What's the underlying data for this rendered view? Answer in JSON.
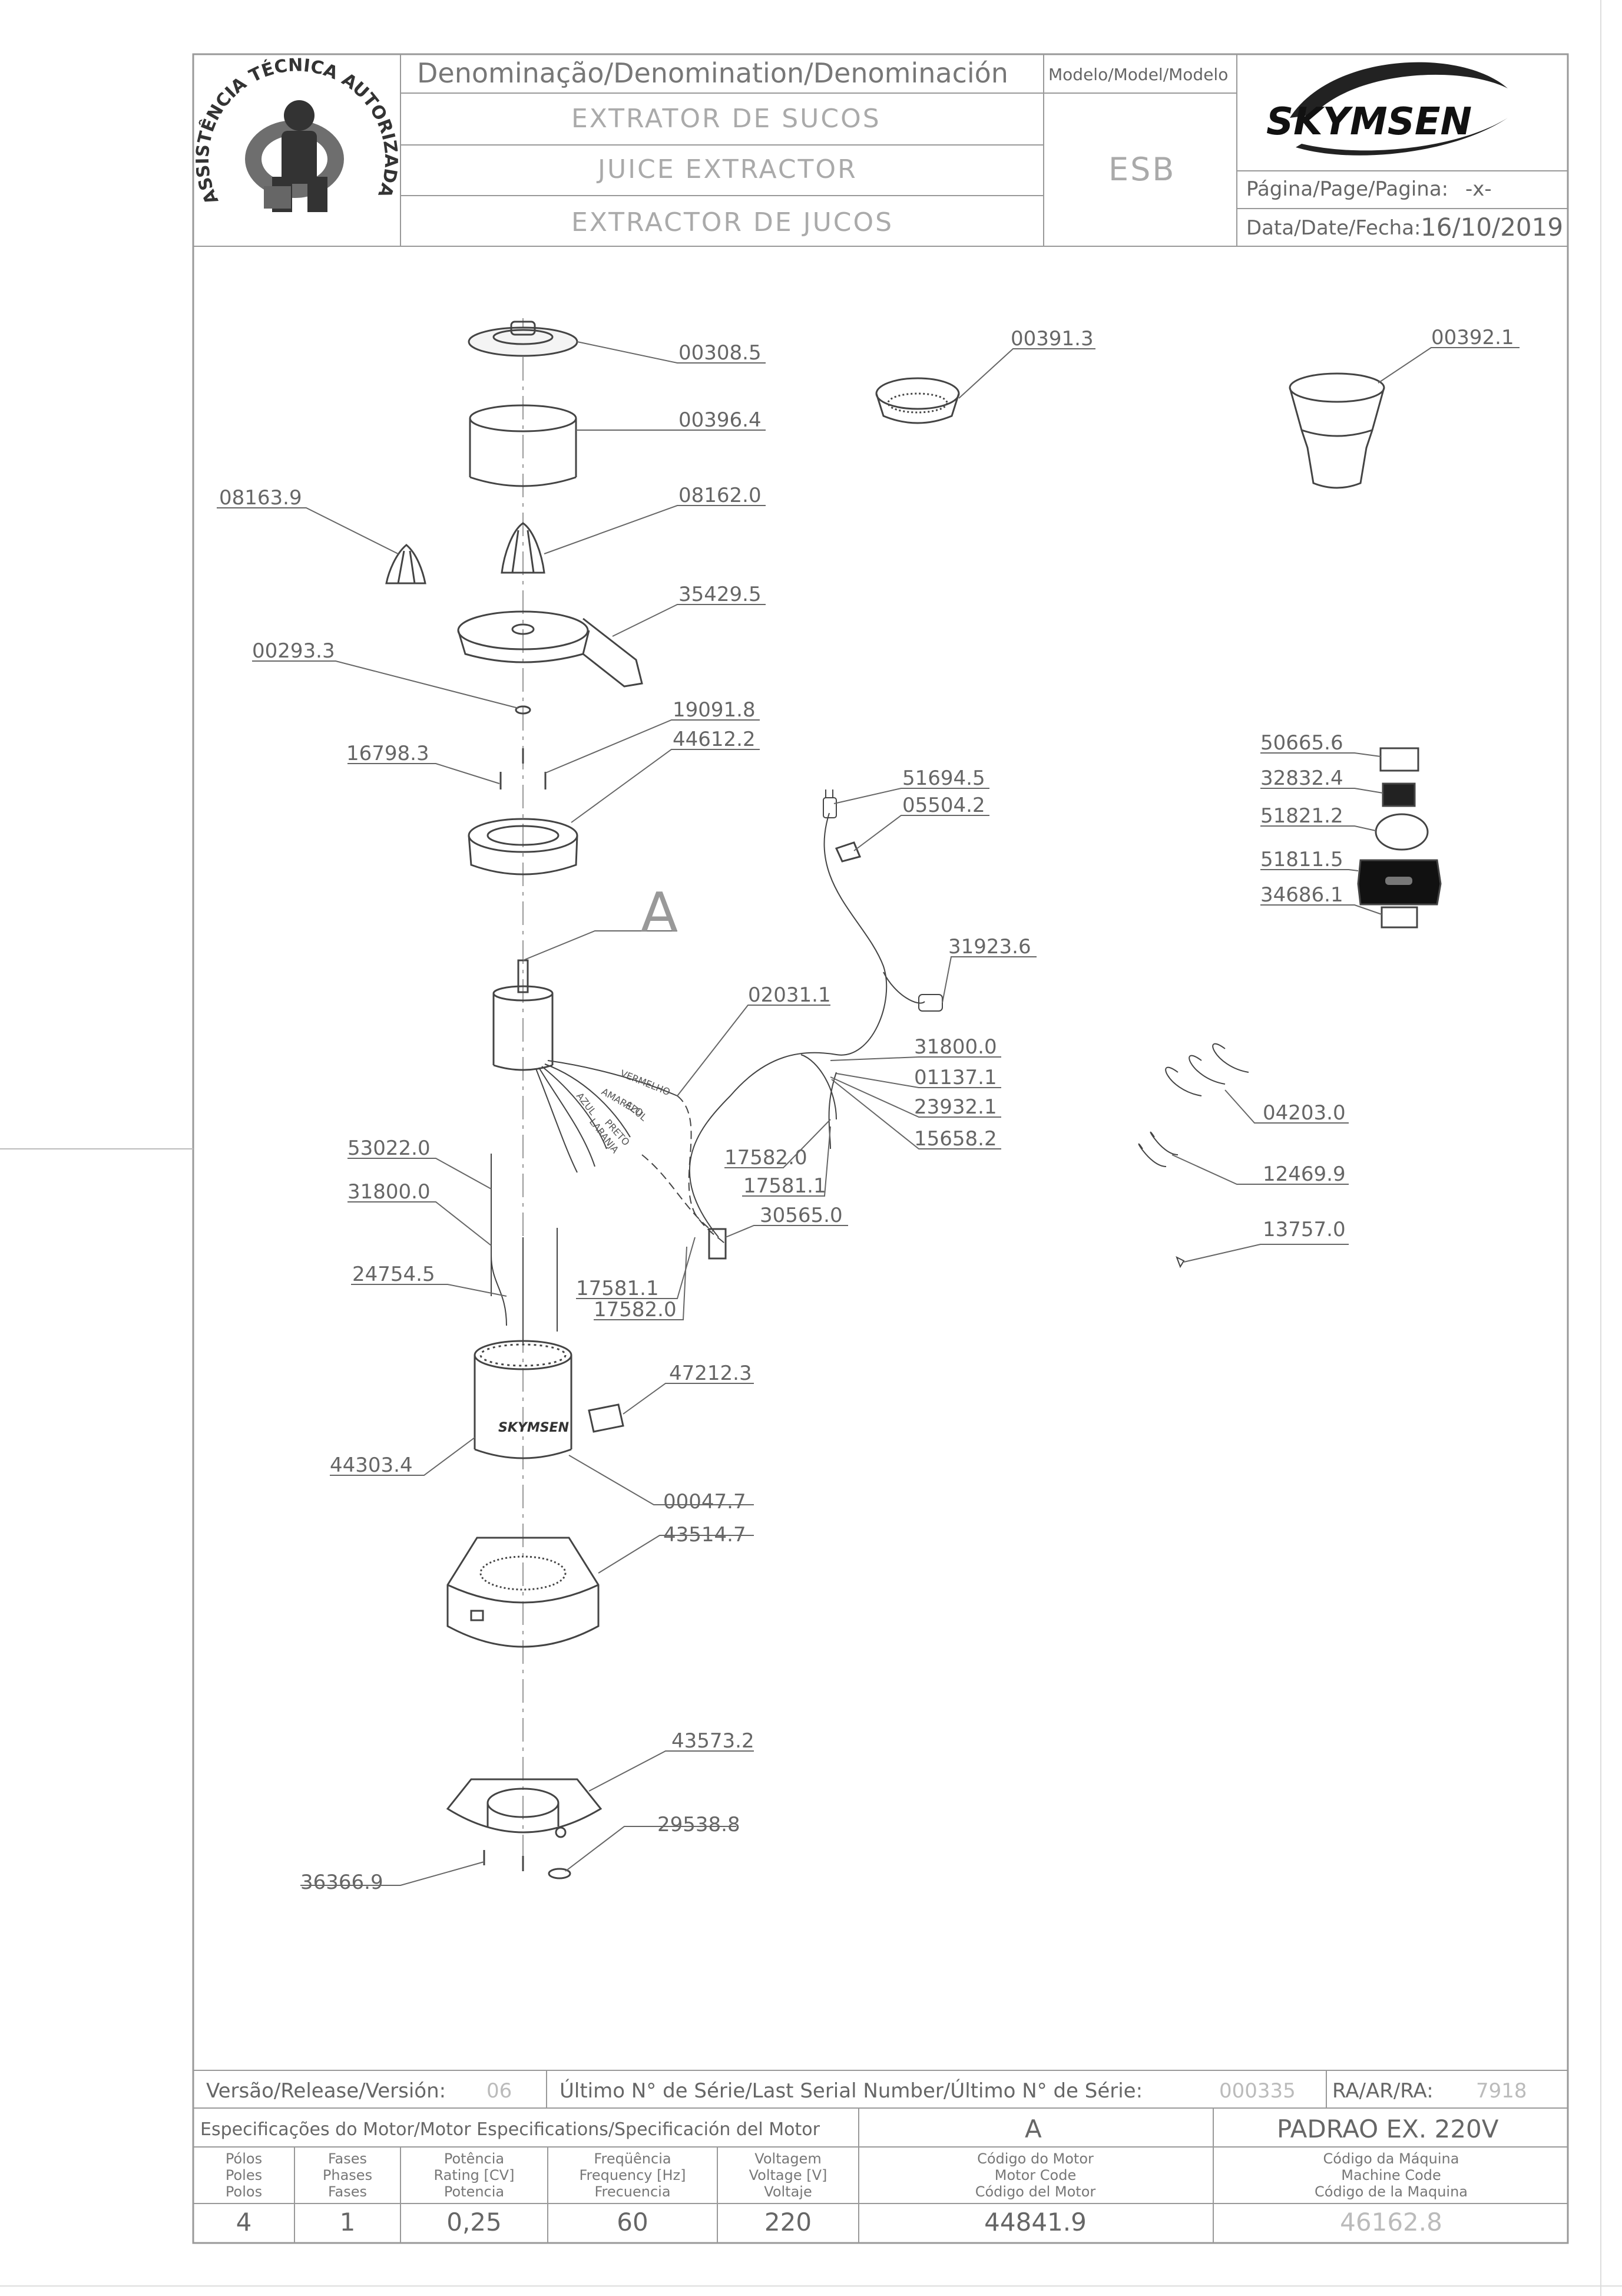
{
  "header": {
    "denomination_label": "Denominação/Denomination/Denominación",
    "model_label": "Modelo/Model/Modelo",
    "name_pt": "EXTRATOR DE SUCOS",
    "name_en": "JUICE EXTRACTOR",
    "name_es": "EXTRACTOR DE JUCOS",
    "model": "ESB",
    "brand": "SKYMSEN",
    "page_label": "Página/Page/Pagina:",
    "page_value": "-x-",
    "date_label": "Data/Date/Fecha:",
    "date_value": "16/10/2019",
    "seal_text": "ASSISTÊNCIA TÉCNICA AUTORIZADA"
  },
  "parts": [
    "00308.5",
    "00396.4",
    "08162.0",
    "08163.9",
    "35429.5",
    "00293.3",
    "19091.8",
    "44612.2",
    "16798.3",
    "00391.3",
    "00392.1",
    "51694.5",
    "05504.2",
    "31923.6",
    "02031.1",
    "31800.0",
    "01137.1",
    "23932.1",
    "15658.2",
    "17582.0",
    "17581.1",
    "30565.0",
    "17581.1",
    "17582.0",
    "53022.0",
    "31800.0",
    "24754.5",
    "47212.3",
    "44303.4",
    "00047.7",
    "43514.7",
    "43573.2",
    "29538.8",
    "36366.9",
    "50665.6",
    "32832.4",
    "51821.2",
    "51811.5",
    "34686.1",
    "04203.0",
    "12469.9",
    "13757.0"
  ],
  "detail_marker": "A",
  "wire_colors": [
    "VERMELHO",
    "AMARELO",
    "AZUL",
    "PRETO",
    "LARANJA",
    "AZUL"
  ],
  "footer": {
    "version_label": "Versão/Release/Versión:",
    "version_value": "06",
    "serial_label": "Último N° de Série/Last Serial Number/Último N° de Série:",
    "serial_value": "000335",
    "ra_label": "RA/AR/RA:",
    "ra_value": "7918",
    "motor_spec_label": "Especificações do Motor/Motor Especifications/Specificación del Motor",
    "motor_detail": "A",
    "machine_variant": "PADRAO EX. 220V",
    "columns": [
      {
        "l1": "Pólos",
        "l2": "Poles",
        "l3": "Polos",
        "value": "4"
      },
      {
        "l1": "Fases",
        "l2": "Phases",
        "l3": "Fases",
        "value": "1"
      },
      {
        "l1": "Potência",
        "l2": "Rating [CV]",
        "l3": "Potencia",
        "value": "0,25"
      },
      {
        "l1": "Freqüência",
        "l2": "Frequency [Hz]",
        "l3": "Frecuencia",
        "value": "60"
      },
      {
        "l1": "Voltagem",
        "l2": "Voltage [V]",
        "l3": "Voltaje",
        "value": "220"
      },
      {
        "l1": "Código do Motor",
        "l2": "Motor Code",
        "l3": "Código del Motor",
        "value": "44841.9"
      },
      {
        "l1": "Código da Máquina",
        "l2": "Machine Code",
        "l3": "Código de la Maquina",
        "value": "46162.8"
      }
    ]
  }
}
